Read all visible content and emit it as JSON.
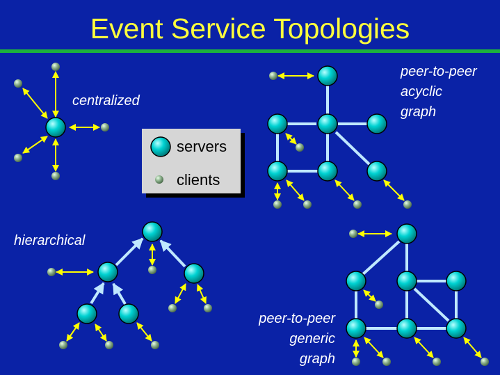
{
  "title": "Event Service Topologies",
  "labels": {
    "centralized": "centralized",
    "acyclic": [
      "peer-to-peer",
      "acyclic",
      "graph"
    ],
    "hierarchical": "hierarchical",
    "generic": [
      "peer-to-peer",
      "generic",
      "graph"
    ]
  },
  "legend": {
    "servers": "servers",
    "clients": "clients"
  },
  "colors": {
    "background": "#0a22a6",
    "title": "#ffff3c",
    "rule": "#1cb23c",
    "server": "#00c8c8",
    "client": "#88aa88",
    "server_link": "#bfe8ff",
    "client_link": "#ffff00"
  }
}
